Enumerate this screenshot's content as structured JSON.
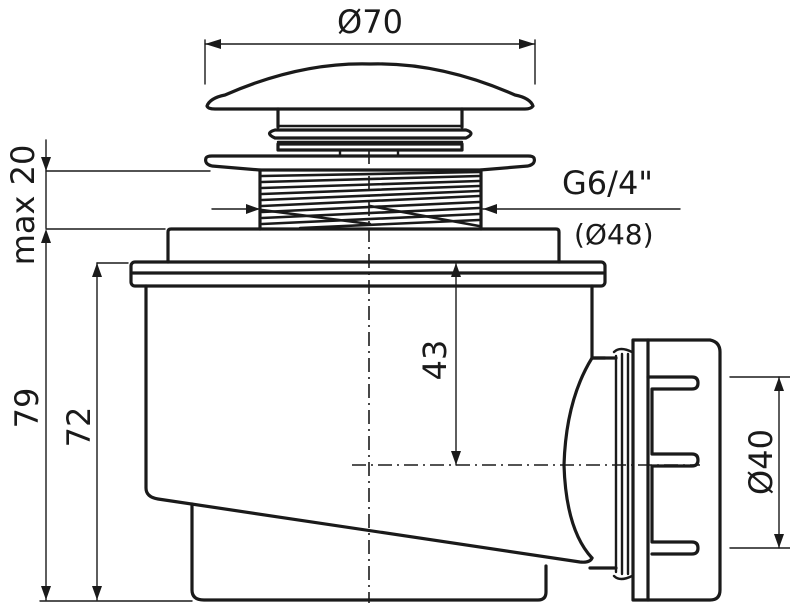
{
  "drawing": {
    "subject": "shower tray drain (waste trap) side view",
    "line_color": "#1a1a1a",
    "background": "#ffffff"
  },
  "dimensions": {
    "cap_diameter": "Ø70",
    "flange_adjust": "max 20",
    "thread": "G6/4\"",
    "thread_diameter": "(Ø48)",
    "total_height": "79",
    "body_height": "72",
    "outlet_axis_depth": "43",
    "outlet_diameter": "Ø40"
  }
}
